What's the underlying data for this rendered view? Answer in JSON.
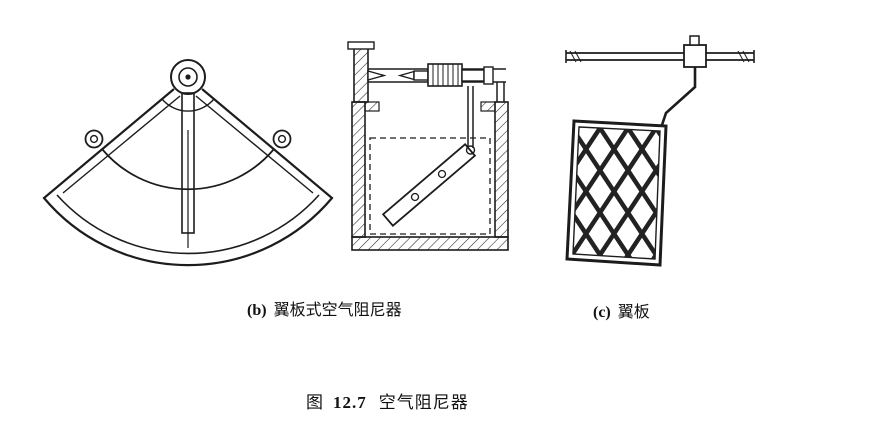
{
  "page": {
    "background": "#ffffff",
    "ink_color": "#1c1c1c"
  },
  "figure": {
    "label_b": {
      "prefix": "(b)",
      "text": "翼板式空气阻尼器"
    },
    "label_c": {
      "prefix": "(c)",
      "text": "翼板"
    },
    "caption": {
      "prefix": "图",
      "number": "12.7",
      "text": "空气阻尼器"
    }
  }
}
